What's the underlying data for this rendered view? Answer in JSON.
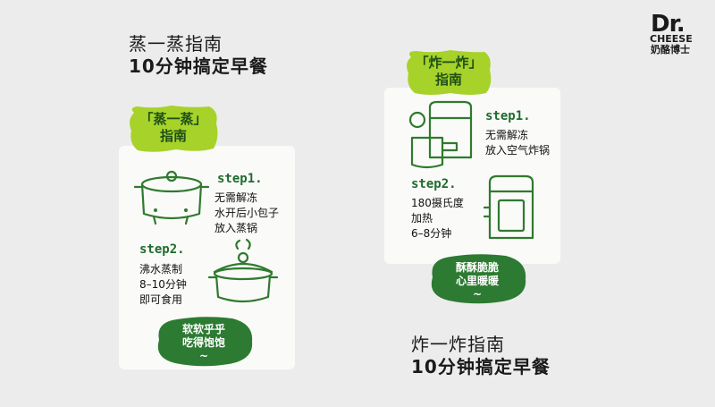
{
  "brand": {
    "logo_main": "Dr.",
    "logo_sub": "CHEESE",
    "logo_cn": "奶酪博士"
  },
  "steam": {
    "title_line1": "蒸一蒸指南",
    "title_line2": "10分钟搞定早餐",
    "badge_line1": "「蒸一蒸」",
    "badge_line2": "指南",
    "step1": {
      "label": "step1.",
      "lines": [
        "无需解冻",
        "水开后小包子",
        "放入蒸锅"
      ]
    },
    "step2": {
      "label": "step2.",
      "lines": [
        "沸水蒸制",
        "8–10分钟",
        "即可食用"
      ]
    },
    "blob": {
      "line1": "软软乎乎",
      "line2": "吃得饱饱",
      "tilde": "~"
    }
  },
  "fry": {
    "title_line1": "炸一炸指南",
    "title_line2": "10分钟搞定早餐",
    "badge_line1": "「炸一炸」",
    "badge_line2": "指南",
    "step1": {
      "label": "step1.",
      "lines": [
        "无需解冻",
        "放入空气炸锅"
      ]
    },
    "step2": {
      "label": "step2.",
      "lines": [
        "180摄氏度",
        "加热",
        "6–8分钟"
      ]
    },
    "blob": {
      "line1": "酥酥脆脆",
      "line2": "心里暖暖",
      "tilde": "~"
    }
  },
  "colors": {
    "badge_green": "#a6d22a",
    "dark_green": "#2f7a2f",
    "blob_green": "#2d7a32",
    "card_bg": "#fafaf8",
    "page_bg": "#ececec"
  }
}
